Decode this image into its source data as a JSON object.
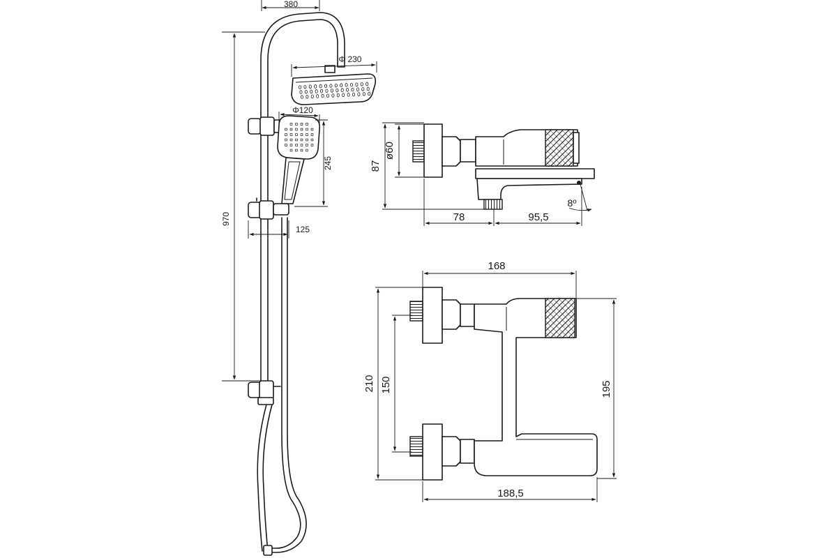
{
  "dimensions": {
    "shower_rail": {
      "top_width": "380",
      "height": "970",
      "head_diameter": "Φ 230",
      "hand_diameter": "Φ120",
      "hand_height": "245",
      "hand_reach": "125"
    },
    "mixer_side": {
      "flange_diameter": "ø60",
      "height": "87",
      "depth_wall": "78",
      "depth_spout": "95,5",
      "spout_angle": "8º"
    },
    "mixer_front": {
      "top_width": "168",
      "outer_height": "210",
      "inlet_spacing": "150",
      "right_height": "195",
      "bottom_width": "188,5"
    }
  }
}
